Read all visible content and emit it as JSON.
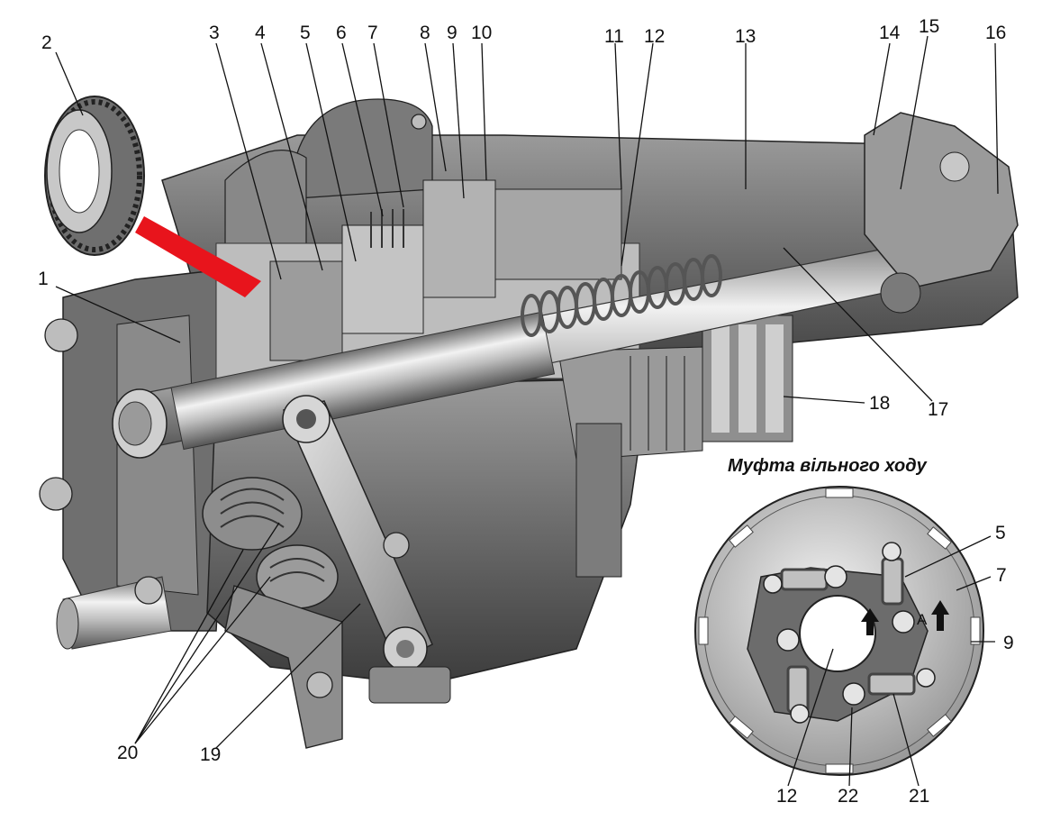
{
  "caption": "Муфта вільного ходу",
  "callouts": {
    "c1": "1",
    "c2": "2",
    "c3": "3",
    "c4": "4",
    "c5": "5",
    "c6": "6",
    "c7": "7",
    "c8": "8",
    "c9": "9",
    "c10": "10",
    "c11": "11",
    "c12": "12",
    "c13": "13",
    "c14": "14",
    "c15": "15",
    "c16": "16",
    "c17": "17",
    "c18": "18",
    "c19": "19",
    "c20": "20",
    "inset_5": "5",
    "inset_7": "7",
    "inset_9": "9",
    "inset_12": "12",
    "inset_21": "21",
    "inset_22": "22",
    "inset_A": "A"
  },
  "colors": {
    "metal_dark": "#4a4a4a",
    "metal_mid": "#8c8c8c",
    "metal_light": "#d9d9d9",
    "highlight_arrow": "#e8141c"
  }
}
